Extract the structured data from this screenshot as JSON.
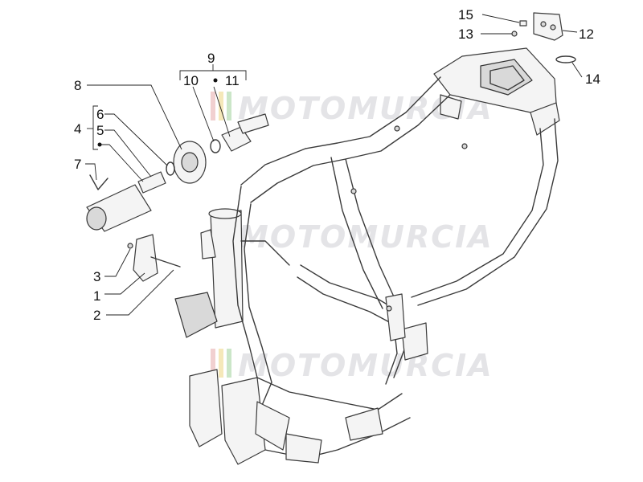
{
  "callouts": {
    "n1": "1",
    "n2": "2",
    "n3": "3",
    "n4": "4",
    "n5": "5",
    "n6": "6",
    "n7": "7",
    "n8": "8",
    "n9": "9",
    "n10": "10",
    "n11": "11",
    "n12": "12",
    "n13": "13",
    "n14": "14",
    "n15": "15"
  },
  "watermark": {
    "text": "MOTOMURCIA"
  },
  "colors": {
    "line": "#3a3a3a",
    "fill_light": "#f4f4f4",
    "fill_dark": "#d9d9d9",
    "watermark_bars": [
      "#e8b0b0",
      "#efd98a",
      "#a8d6a4"
    ]
  }
}
